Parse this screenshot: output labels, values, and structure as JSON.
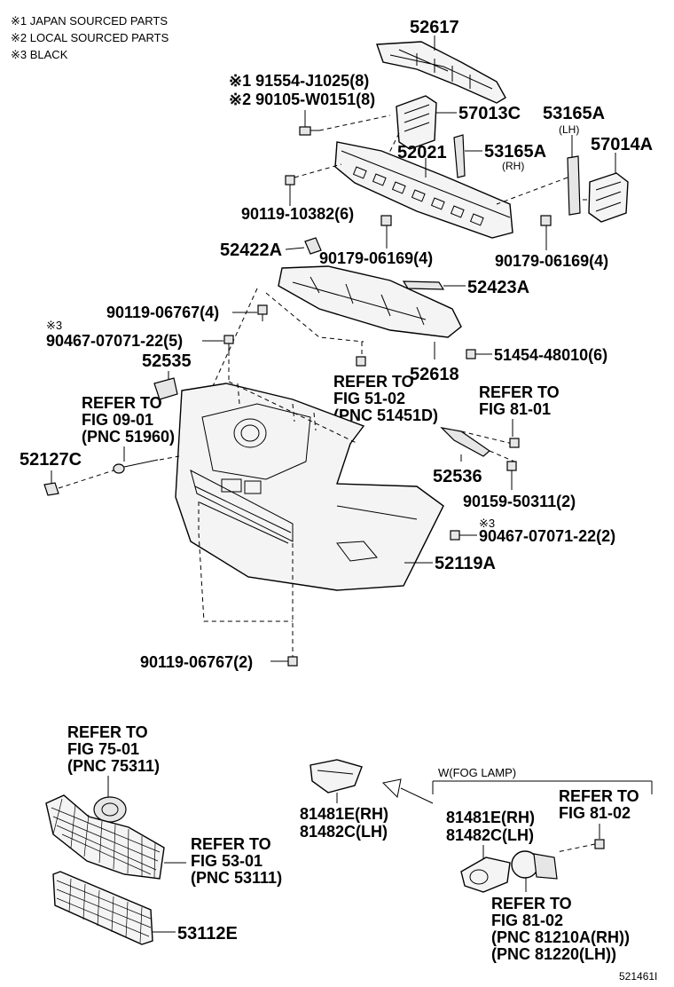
{
  "notes": [
    "※1 JAPAN SOURCED PARTS",
    "※2 LOCAL SOURCED PARTS",
    "※3 BLACK"
  ],
  "labels": {
    "p52617": "52617",
    "p91554": "※1 91554-J1025(8)",
    "p90105": "※2 90105-W0151(8)",
    "p57013c": "57013C",
    "p53165a_lh": "53165A",
    "lh": "(LH)",
    "p52021": "52021",
    "p53165a_rh": "53165A",
    "rh": "(RH)",
    "p57014a": "57014A",
    "p90119_10382": "90119-10382(6)",
    "p90179_a": "90179-06169(4)",
    "p90179_b": "90179-06169(4)",
    "p52422a": "52422A",
    "p52423a": "52423A",
    "p90119_06767_4": "90119-06767(4)",
    "mark3_a": "※3",
    "p90467_5": "90467-07071-22(5)",
    "p51454": "51454-48010(6)",
    "p52535": "52535",
    "p52618": "52618",
    "ref_fig51_1": "REFER TO",
    "ref_fig51_2": "FIG 51-02",
    "ref_fig51_3": "(PNC 51451D)",
    "ref_fig09_1": "REFER TO",
    "ref_fig09_2": "FIG 09-01",
    "ref_fig09_3": "(PNC 51960)",
    "ref_fig81a_1": "REFER TO",
    "ref_fig81a_2": "FIG 81-01",
    "p52127c": "52127C",
    "p52536": "52536",
    "p90159": "90159-50311(2)",
    "mark3_b": "※3",
    "p90467_2": "90467-07071-22(2)",
    "p52119a": "52119A",
    "p90119_06767_2": "90119-06767(2)",
    "ref_fig75_1": "REFER TO",
    "ref_fig75_2": "FIG 75-01",
    "ref_fig75_3": "(PNC 75311)",
    "fog_lamp": "W(FOG LAMP)",
    "ref_fig81b_1": "REFER TO",
    "ref_fig81b_2": "FIG 81-02",
    "p81481e_a": "81481E(RH)",
    "p81482c_a": "81482C(LH)",
    "p81481e_b": "81481E(RH)",
    "p81482c_b": "81482C(LH)",
    "ref_fig53_1": "REFER TO",
    "ref_fig53_2": "FIG 53-01",
    "ref_fig53_3": "(PNC 53111)",
    "ref_fig81c_1": "REFER TO",
    "ref_fig81c_2": "FIG 81-02",
    "ref_fig81c_3": "(PNC 81210A(RH))",
    "ref_fig81c_4": "(PNC 81220(LH))",
    "p53112e": "53112E",
    "diagram_id": "521461I"
  }
}
